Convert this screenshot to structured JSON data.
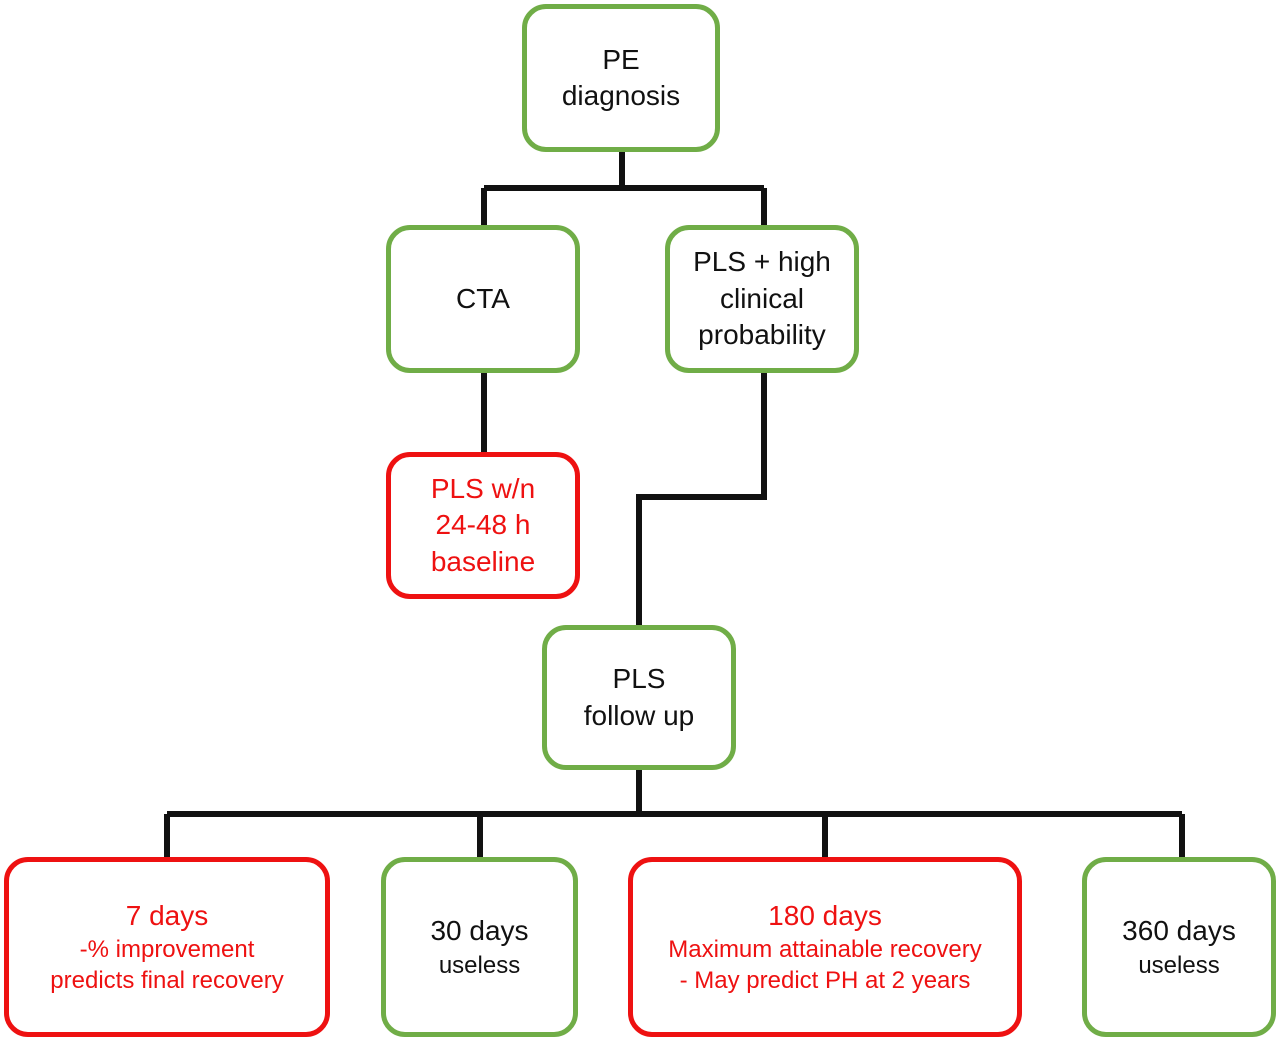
{
  "nodes": {
    "pe_diagnosis": {
      "lines": [
        "PE",
        "diagnosis"
      ],
      "tone": "green"
    },
    "cta": {
      "lines": [
        "CTA"
      ],
      "tone": "green"
    },
    "pls_high": {
      "lines": [
        "PLS + high",
        "clinical",
        "probability"
      ],
      "tone": "green"
    },
    "pls_baseline": {
      "lines": [
        "PLS w/n",
        "24-48 h",
        "baseline"
      ],
      "tone": "red"
    },
    "pls_followup": {
      "lines": [
        "PLS",
        "follow up"
      ],
      "tone": "green"
    },
    "day7": {
      "title": "7 days",
      "details": [
        "-% improvement",
        "predicts final recovery"
      ],
      "tone": "red"
    },
    "day30": {
      "title": "30 days",
      "details": [
        "useless"
      ],
      "tone": "green"
    },
    "day180": {
      "title": "180 days",
      "details": [
        "Maximum attainable recovery",
        "- May predict PH at 2 years"
      ],
      "tone": "red"
    },
    "day360": {
      "title": "360 days",
      "details": [
        "useless"
      ],
      "tone": "green"
    }
  },
  "colors": {
    "positive_border": "#70ad47",
    "emphasis": "#ee1111",
    "connector": "#111111",
    "text": "#111111"
  }
}
